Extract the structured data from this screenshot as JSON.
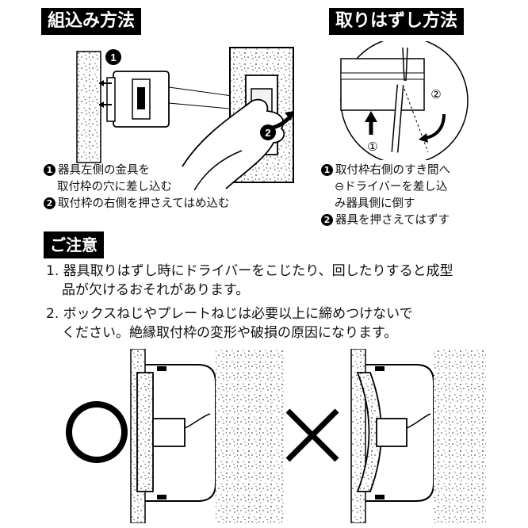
{
  "assembly": {
    "title": "組込み方法",
    "step1_num": "1",
    "step1_line1": "器具左側の金具を",
    "step1_line2": "取付枠の穴に差し込む",
    "step2_num": "2",
    "step2_line1": "取付枠の右側を押さえてはめ込む",
    "diagram_num1": "1",
    "diagram_num2": "2"
  },
  "removal": {
    "title": "取りはずし方法",
    "step1_num": "1",
    "step1_line1": "取付枠右側のすき間へ",
    "step1_line2": "⊖ドライバーを差し込",
    "step1_line3": "み器具側に倒す",
    "step2_num": "2",
    "step2_line1": "器具を押さえてはずす",
    "diagram_num1": "①",
    "diagram_num2": "②"
  },
  "caution": {
    "title": "ご注意",
    "note1_marker": "1.",
    "note1_line1": "器具取りはずし時にドライバーをこじたり、回したりすると成型",
    "note1_line2": "品が欠けるおそれがあります。",
    "note2_marker": "2.",
    "note2_line1": "ボックスねじやプレートねじは必要以上に締めつけないで",
    "note2_line2": "ください。絶縁取付枠の変形や破損の原因になります。"
  },
  "icons": {
    "correct": "circle-ok-icon",
    "wrong": "cross-ng-icon"
  },
  "colors": {
    "ink": "#000000",
    "paper": "#ffffff",
    "wall_fill": "#d9d9d9"
  }
}
